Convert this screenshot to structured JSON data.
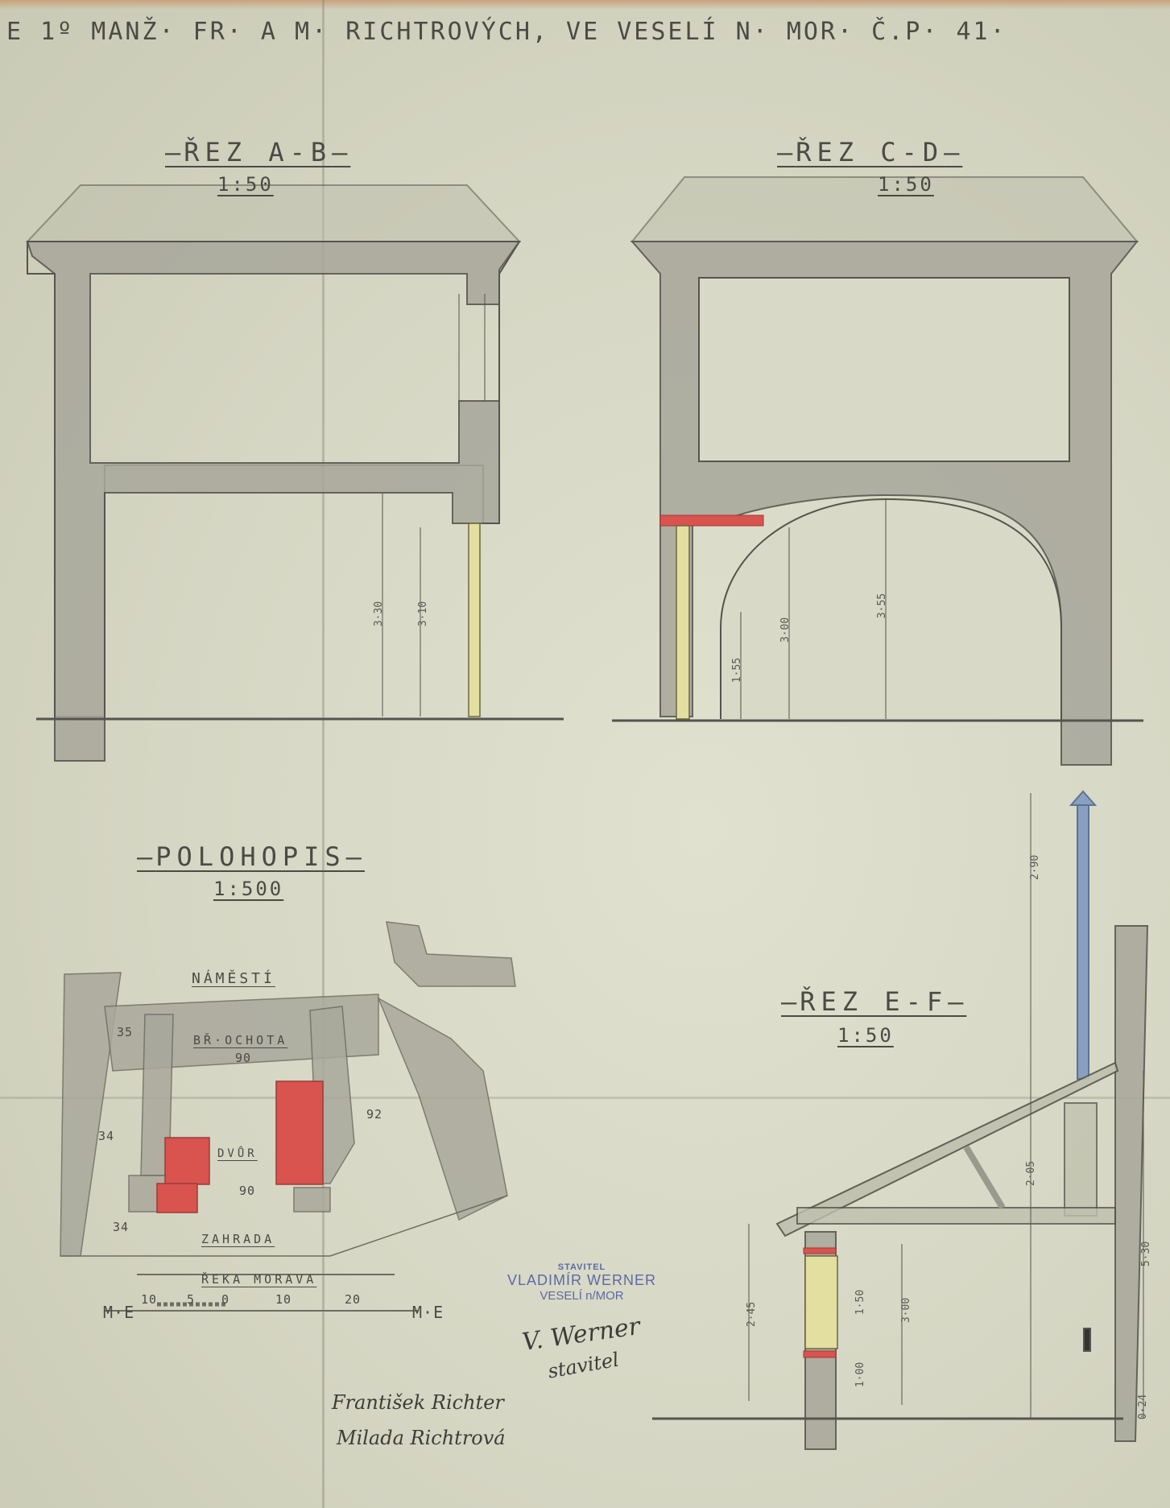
{
  "header_text": "E 1º MANŽ· FR· A M· RICHTROVÝCH, VE VESELÍ N· MOR· Č.P· 41·",
  "section_ab": {
    "title": "ŘEZ A-B",
    "scale": "1:50",
    "dims": [
      "3·30",
      "3·10"
    ]
  },
  "section_cd": {
    "title": "ŘEZ C-D",
    "scale": "1:50",
    "dims": [
      "1·55",
      "3·00",
      "3·55"
    ]
  },
  "site_plan": {
    "title": "POLOHOPIS",
    "scale": "1:500",
    "square_label": "NÁMĚSTÍ",
    "street_label": "BŘ·OCHOTA",
    "yard_label": "DVŮR",
    "garden_label": "ZAHRADA",
    "river_label": "ŘEKA MORAVA",
    "plot_numbers": [
      "35",
      "90",
      "92",
      "34",
      "90",
      "34"
    ],
    "scale_bar_ticks": [
      "10",
      "5",
      "0",
      "10",
      "20"
    ],
    "scale_bar_unit": "M·E"
  },
  "section_ef": {
    "title": "ŘEZ E-F",
    "scale": "1:50",
    "dims": [
      "2·90",
      "2·05",
      "5·30",
      "2·45",
      "1·50",
      "3·00",
      "1·00",
      "0·24"
    ]
  },
  "stamp": {
    "line1": "STAVITEL",
    "line2": "VLADIMÍR WERNER",
    "line3": "VESELÍ n/MOR"
  },
  "signatures": {
    "builder_1": "V. Werner",
    "builder_2": "stavitel",
    "owner_1": "František Richter",
    "owner_2": "Milada Richtrová"
  },
  "colors": {
    "paper": "#d8d9c8",
    "wall": "#a9a89c",
    "brick": "#d9534f",
    "wood": "#e2dfa0",
    "chimney": "#8aa0bf",
    "ink": "#4b4a45",
    "stamp": "#5b6aa6"
  }
}
